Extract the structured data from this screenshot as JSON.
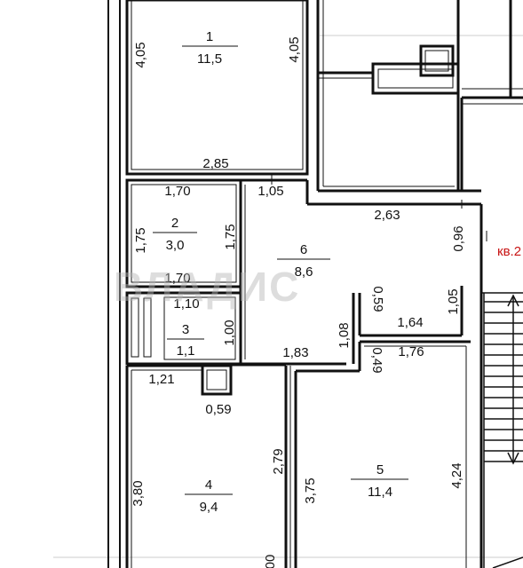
{
  "rooms": [
    {
      "number": "1",
      "area": "11,5"
    },
    {
      "number": "2",
      "area": "3,0"
    },
    {
      "number": "3",
      "area": "1,1"
    },
    {
      "number": "4",
      "area": "9,4"
    },
    {
      "number": "5",
      "area": "11,4"
    },
    {
      "number": "6",
      "area": "8,6"
    }
  ],
  "dimensions": {
    "r1_left": "4,05",
    "r1_right": "4,05",
    "r1_bottom": "2,85",
    "r2_top": "1,70",
    "r2_left": "1,75",
    "r2_right": "1,75",
    "r2_bottom": "1,70",
    "r3_top": "1,10",
    "r3_right": "1,00",
    "r6_top_left": "1,05",
    "r6_top": "2,63",
    "r6_right_top": "0,96",
    "r6_right": "1,05",
    "r6_inner": "0,59",
    "r6_step": "1,64",
    "r6_door": "1,08",
    "r6_bottom": "1,83",
    "r5_small": "0,49",
    "r5_top": "1,76",
    "r5_right": "4,24",
    "r5_left": "3,75",
    "r4_top": "1,21",
    "r4_niche": "0,59",
    "r4_left": "3,80",
    "r4_right": "2,79",
    "bottom_partial": "00"
  },
  "apartment_label": "кв.2",
  "watermark": "ВЛАДИС",
  "colors": {
    "wall": "#111111",
    "label": "#111111",
    "apartment": "#c81414"
  }
}
